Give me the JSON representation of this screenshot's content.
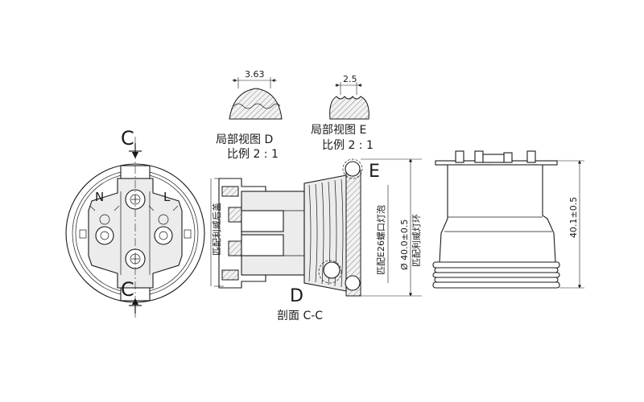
{
  "labels": {
    "section_c": "C",
    "phase_n": "N",
    "phase_l": "L",
    "detail_d_title": "局部视图 D",
    "detail_d_scale": "比例 2 : 1",
    "detail_e_title": "局部视图 E",
    "detail_e_scale": "比例 2 : 1",
    "callout_d": "D",
    "callout_e": "E",
    "section_title": "剖面 C-C",
    "note_rear_cover": "匹配利威后盖",
    "note_e26_socket": "匹配E26螺口灯泡",
    "note_lamp_ring": "匹配利威灯环"
  },
  "dimensions": {
    "detail_d_pitch": "3.63",
    "detail_e_pitch": "2.5",
    "section_diameter": "Ø 40.0±0.5",
    "side_height": "40.1±0.5"
  }
}
